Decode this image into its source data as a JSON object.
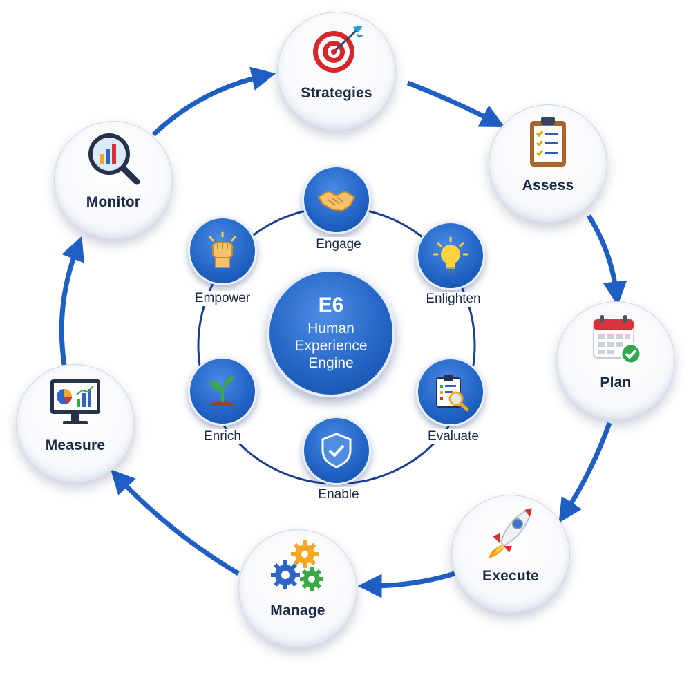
{
  "center": {
    "title": "E6",
    "lines": [
      "Human",
      "Experience",
      "Engine"
    ]
  },
  "outer_cycle": [
    {
      "label": "Strategies",
      "icon": "target-icon"
    },
    {
      "label": "Assess",
      "icon": "clipboard-checklist-icon"
    },
    {
      "label": "Plan",
      "icon": "calendar-check-icon"
    },
    {
      "label": "Execute",
      "icon": "rocket-icon"
    },
    {
      "label": "Manage",
      "icon": "gears-icon"
    },
    {
      "label": "Measure",
      "icon": "monitor-chart-icon"
    },
    {
      "label": "Monitor",
      "icon": "magnifier-chart-icon"
    }
  ],
  "inner_ring": [
    {
      "label": "Engage",
      "icon": "handshake-icon"
    },
    {
      "label": "Enlighten",
      "icon": "lightbulb-icon"
    },
    {
      "label": "Evaluate",
      "icon": "clipboard-magnifier-icon"
    },
    {
      "label": "Enable",
      "icon": "shield-check-icon"
    },
    {
      "label": "Enrich",
      "icon": "sprout-icon"
    },
    {
      "label": "Empower",
      "icon": "fist-icon"
    }
  ],
  "colors": {
    "accent_blue": "#1f5fc4",
    "hub_blue": "#2566c6",
    "ring_line": "#1a3f8f",
    "text_dark": "#1b2a45"
  }
}
